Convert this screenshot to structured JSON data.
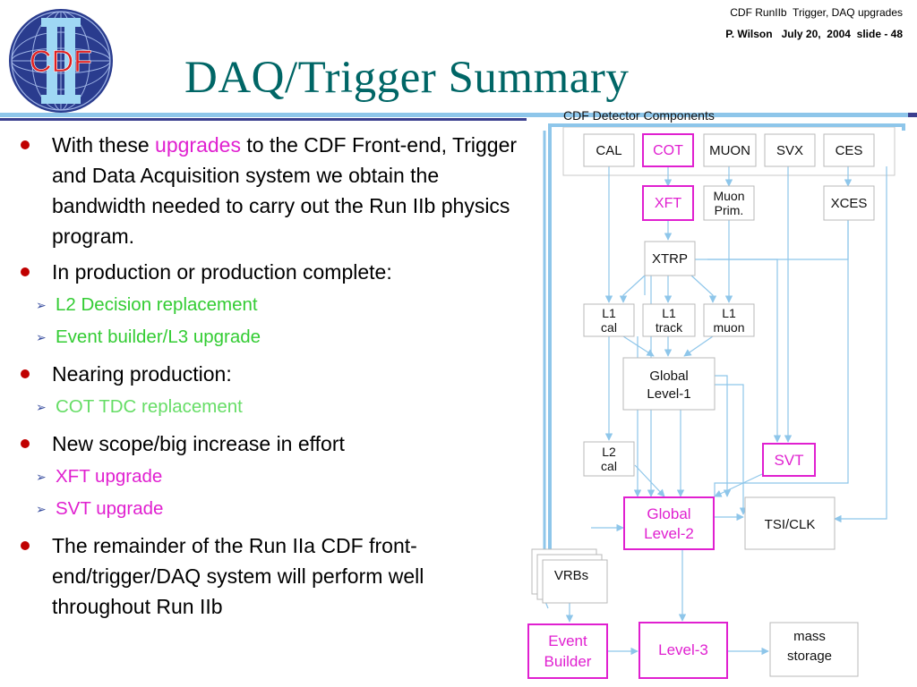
{
  "header": {
    "line1": "CDF RunIIb  Trigger, DAQ upgrades",
    "line2": "P. Wilson   July 20,  2004  slide - 48"
  },
  "logo": {
    "text": "CDF",
    "numeral": "II"
  },
  "title": "DAQ/Trigger Summary",
  "bullets": {
    "b1_pre": "With these ",
    "b1_highlight": "upgrades",
    "b1_post": " to the CDF Front-end, Trigger and Data Acquisition system we obtain the bandwidth needed to carry out the Run IIb physics program.",
    "b2": "In production or production complete:",
    "b2_sub": [
      "L2 Decision replacement",
      "Event builder/L3 upgrade"
    ],
    "b3": "Nearing production:",
    "b3_sub": [
      "COT TDC replacement"
    ],
    "b4": "New scope/big increase in effort",
    "b4_sub": [
      "XFT upgrade",
      "SVT upgrade"
    ],
    "b5": "The remainder of the Run IIa CDF front-end/trigger/DAQ system will perform well throughout Run IIb"
  },
  "diagram": {
    "caption": "CDF Detector Components",
    "boxes": {
      "cal": "CAL",
      "cot": "COT",
      "muon": "MUON",
      "svx": "SVX",
      "ces": "CES",
      "xft": "XFT",
      "muonprim1": "Muon",
      "muonprim2": "Prim.",
      "xces": "XCES",
      "xtrp": "XTRP",
      "l1cal1": "L1",
      "l1cal2": "cal",
      "l1track1": "L1",
      "l1track2": "track",
      "l1muon1": "L1",
      "l1muon2": "muon",
      "global1a": "Global",
      "global1b": "Level-1",
      "l2cal1": "L2",
      "l2cal2": "cal",
      "svt": "SVT",
      "global2a": "Global",
      "global2b": "Level-2",
      "tsiclk": "TSI/CLK",
      "vrbs": "VRBs",
      "evb1": "Event",
      "evb2": "Builder",
      "level3": "Level-3",
      "mass1": "mass",
      "mass2": "storage"
    }
  },
  "colors": {
    "title": "#006666",
    "bullet_dot": "#c00000",
    "upgrade_pink": "#e020d0",
    "green": "#33cc33",
    "line_blue": "#8ec6ea",
    "box_border": "#b8b8b8"
  }
}
